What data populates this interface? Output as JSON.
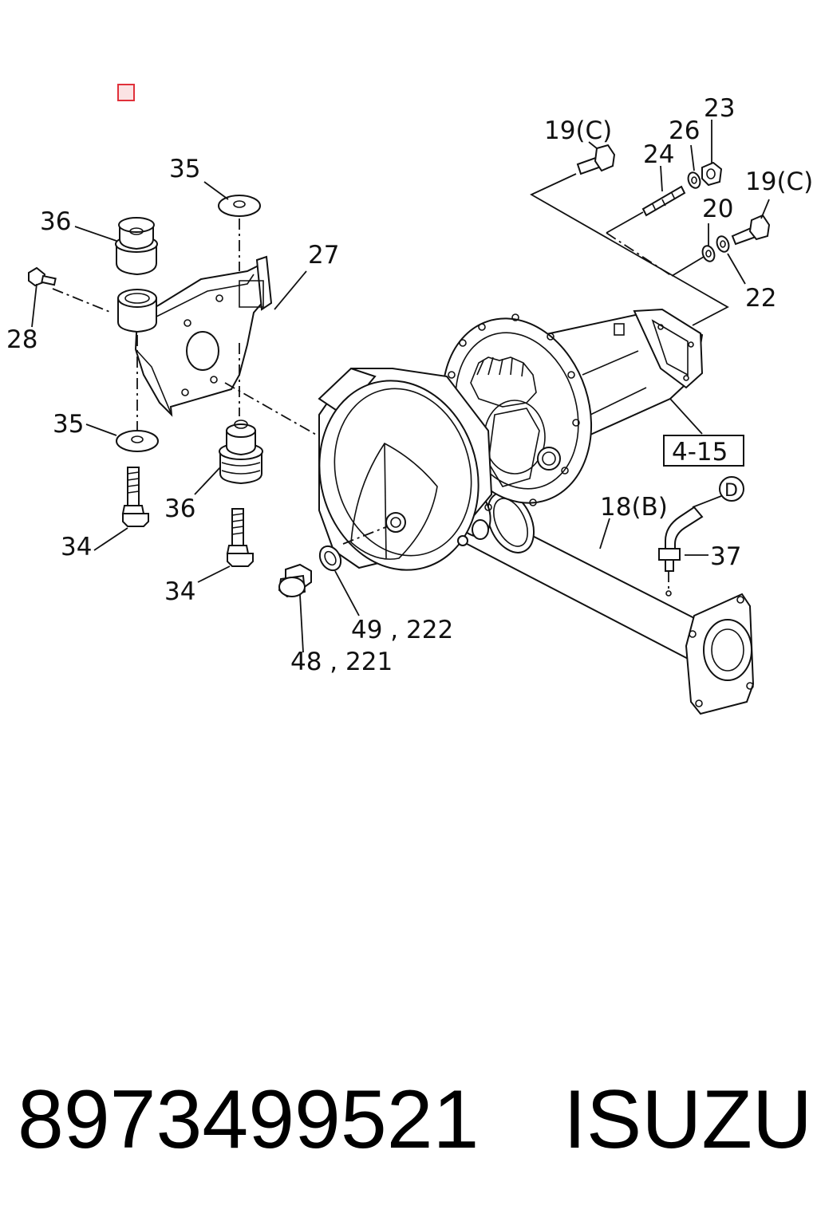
{
  "colors": {
    "line": "#111111",
    "marker": "#e0303a",
    "marker_fill": "#fbe3e4"
  },
  "marker_icon": "red-square-marker",
  "callouts": {
    "c35_top": "35",
    "c36_top": "36",
    "c28": "28",
    "c27": "27",
    "c35_bottom": "35",
    "c36_bottom": "36",
    "c34_left": "34",
    "c34_right": "34",
    "c48": "48 , 221",
    "c49": "49 , 222",
    "c19_left": "19(C)",
    "c26": "26",
    "c23": "23",
    "c24": "24",
    "c19_right": "19(C)",
    "c20": "20",
    "c22": "22",
    "c18": "18(B)",
    "c37": "37",
    "c_d": "D",
    "ref_box": "4-15"
  },
  "footer": {
    "part_number": "8973499521",
    "brand": "ISUZU"
  }
}
